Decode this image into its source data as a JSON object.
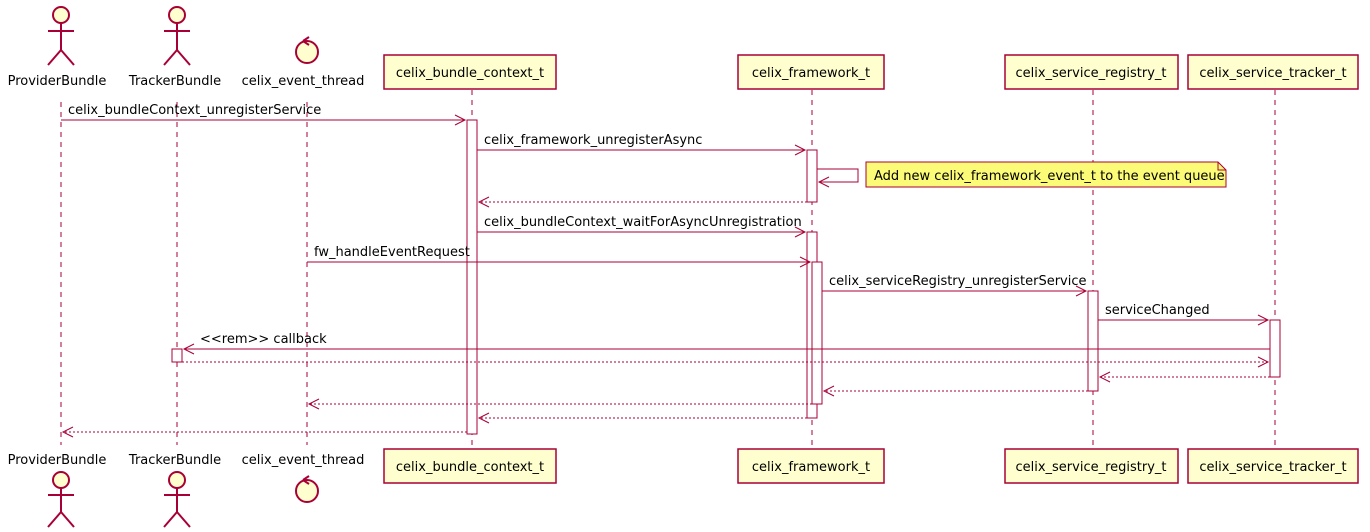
{
  "diagram": {
    "type": "sequence",
    "participants": [
      {
        "id": "ProviderBundle",
        "label": "ProviderBundle",
        "kind": "actor"
      },
      {
        "id": "TrackerBundle",
        "label": "TrackerBundle",
        "kind": "actor"
      },
      {
        "id": "celix_event_thread",
        "label": "celix_event_thread",
        "kind": "control"
      },
      {
        "id": "celix_bundle_context_t",
        "label": "celix_bundle_context_t",
        "kind": "participant"
      },
      {
        "id": "celix_framework_t",
        "label": "celix_framework_t",
        "kind": "participant"
      },
      {
        "id": "celix_service_registry_t",
        "label": "celix_service_registry_t",
        "kind": "participant"
      },
      {
        "id": "celix_service_tracker_t",
        "label": "celix_service_tracker_t",
        "kind": "participant"
      }
    ],
    "messages": [
      {
        "from": "ProviderBundle",
        "to": "celix_bundle_context_t",
        "label": "celix_bundleContext_unregisterService",
        "kind": "sync"
      },
      {
        "from": "celix_bundle_context_t",
        "to": "celix_framework_t",
        "label": "celix_framework_unregisterAsync",
        "kind": "sync"
      },
      {
        "from": "celix_framework_t",
        "to": "celix_framework_t",
        "label": "",
        "kind": "self"
      },
      {
        "from": "celix_framework_t",
        "to": "celix_bundle_context_t",
        "label": "",
        "kind": "return"
      },
      {
        "from": "celix_bundle_context_t",
        "to": "celix_framework_t",
        "label": "celix_bundleContext_waitForAsyncUnregistration",
        "kind": "sync"
      },
      {
        "from": "celix_event_thread",
        "to": "celix_framework_t",
        "label": "fw_handleEventRequest",
        "kind": "sync"
      },
      {
        "from": "celix_framework_t",
        "to": "celix_service_registry_t",
        "label": "celix_serviceRegistry_unregisterService",
        "kind": "sync"
      },
      {
        "from": "celix_service_registry_t",
        "to": "celix_service_tracker_t",
        "label": "serviceChanged",
        "kind": "sync"
      },
      {
        "from": "celix_service_tracker_t",
        "to": "TrackerBundle",
        "label": "<<rem>> callback",
        "kind": "sync"
      },
      {
        "from": "TrackerBundle",
        "to": "celix_service_tracker_t",
        "label": "",
        "kind": "return"
      },
      {
        "from": "celix_service_tracker_t",
        "to": "celix_service_registry_t",
        "label": "",
        "kind": "return"
      },
      {
        "from": "celix_service_registry_t",
        "to": "celix_framework_t",
        "label": "",
        "kind": "return"
      },
      {
        "from": "celix_framework_t",
        "to": "celix_event_thread",
        "label": "",
        "kind": "return"
      },
      {
        "from": "celix_framework_t",
        "to": "celix_bundle_context_t",
        "label": "",
        "kind": "return"
      },
      {
        "from": "celix_bundle_context_t",
        "to": "ProviderBundle",
        "label": "",
        "kind": "return"
      }
    ],
    "notes": [
      {
        "attached_to": "celix_framework_t",
        "text": "Add new celix_framework_event_t to the event queue"
      }
    ]
  },
  "colors": {
    "line": "#A80036",
    "participant_fill": "#FEFECE",
    "note_fill": "#FBFB77",
    "activation_fill": "#FFFFFF",
    "text": "#000000"
  }
}
